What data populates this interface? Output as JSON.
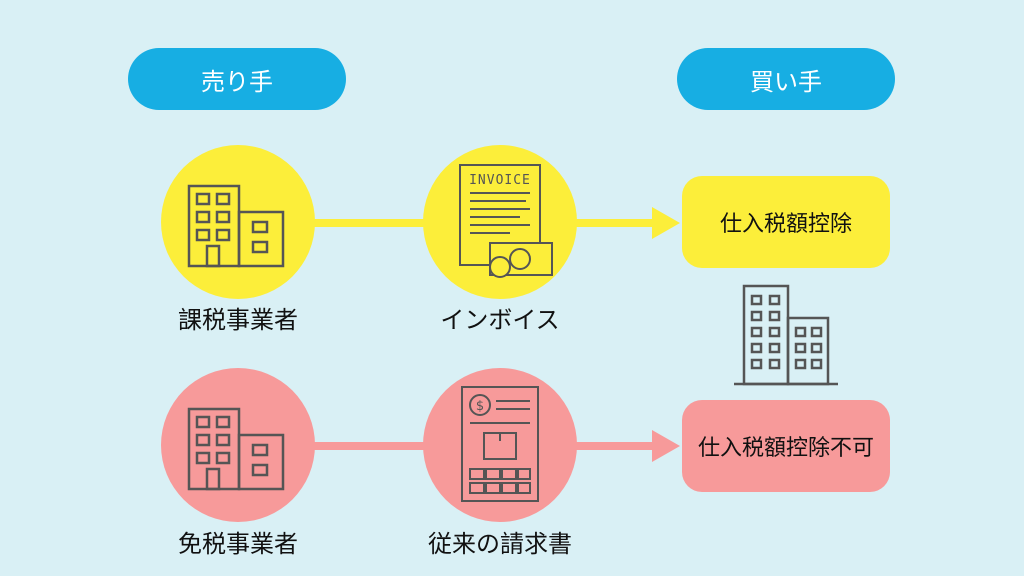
{
  "header": {
    "seller": "売り手",
    "buyer": "買い手"
  },
  "row_taxable": {
    "seller_label": "課税事業者",
    "document_label": "インボイス",
    "document_caption": "INVOICE",
    "result": "仕入税額控除"
  },
  "row_exempt": {
    "seller_label": "免税事業者",
    "document_label": "従来の請求書",
    "result": "仕入税額控除不可"
  },
  "colors": {
    "background": "#d9f0f5",
    "header_pill": "#17aee3",
    "taxable": "#fcee3a",
    "exempt": "#f79a9a",
    "icon_stroke": "#555555"
  }
}
